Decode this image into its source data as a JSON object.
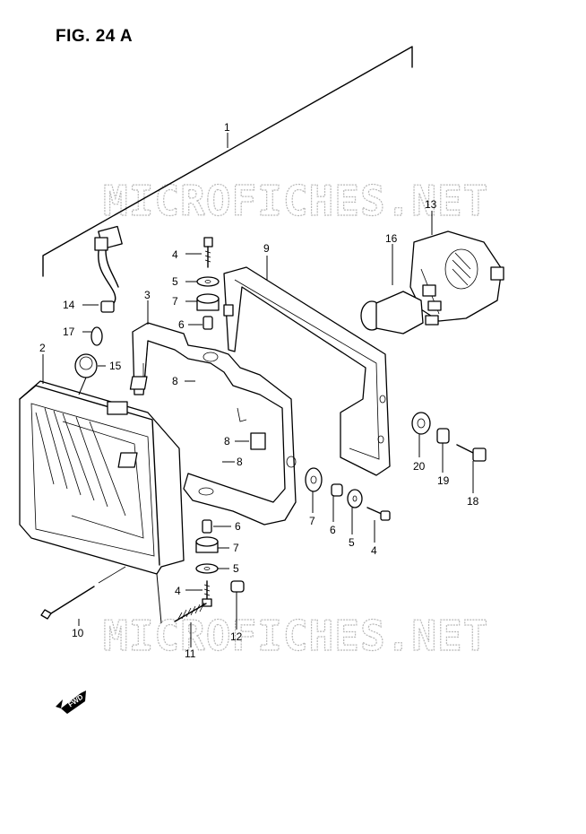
{
  "figure": {
    "title": "FIG. 24 A"
  },
  "watermark": {
    "text": "MICROFICHES.NET"
  },
  "fwd_badge": {
    "label": "FWD"
  },
  "callouts": [
    {
      "n": "1"
    },
    {
      "n": "2"
    },
    {
      "n": "3"
    },
    {
      "n": "4"
    },
    {
      "n": "5"
    },
    {
      "n": "7"
    },
    {
      "n": "6"
    },
    {
      "n": "8"
    },
    {
      "n": "8"
    },
    {
      "n": "8"
    },
    {
      "n": "9"
    },
    {
      "n": "13"
    },
    {
      "n": "16"
    },
    {
      "n": "14"
    },
    {
      "n": "17"
    },
    {
      "n": "15"
    },
    {
      "n": "20"
    },
    {
      "n": "19"
    },
    {
      "n": "18"
    },
    {
      "n": "7"
    },
    {
      "n": "6"
    },
    {
      "n": "5"
    },
    {
      "n": "4"
    },
    {
      "n": "6"
    },
    {
      "n": "7"
    },
    {
      "n": "5"
    },
    {
      "n": "4"
    },
    {
      "n": "10"
    },
    {
      "n": "11"
    },
    {
      "n": "12"
    }
  ]
}
